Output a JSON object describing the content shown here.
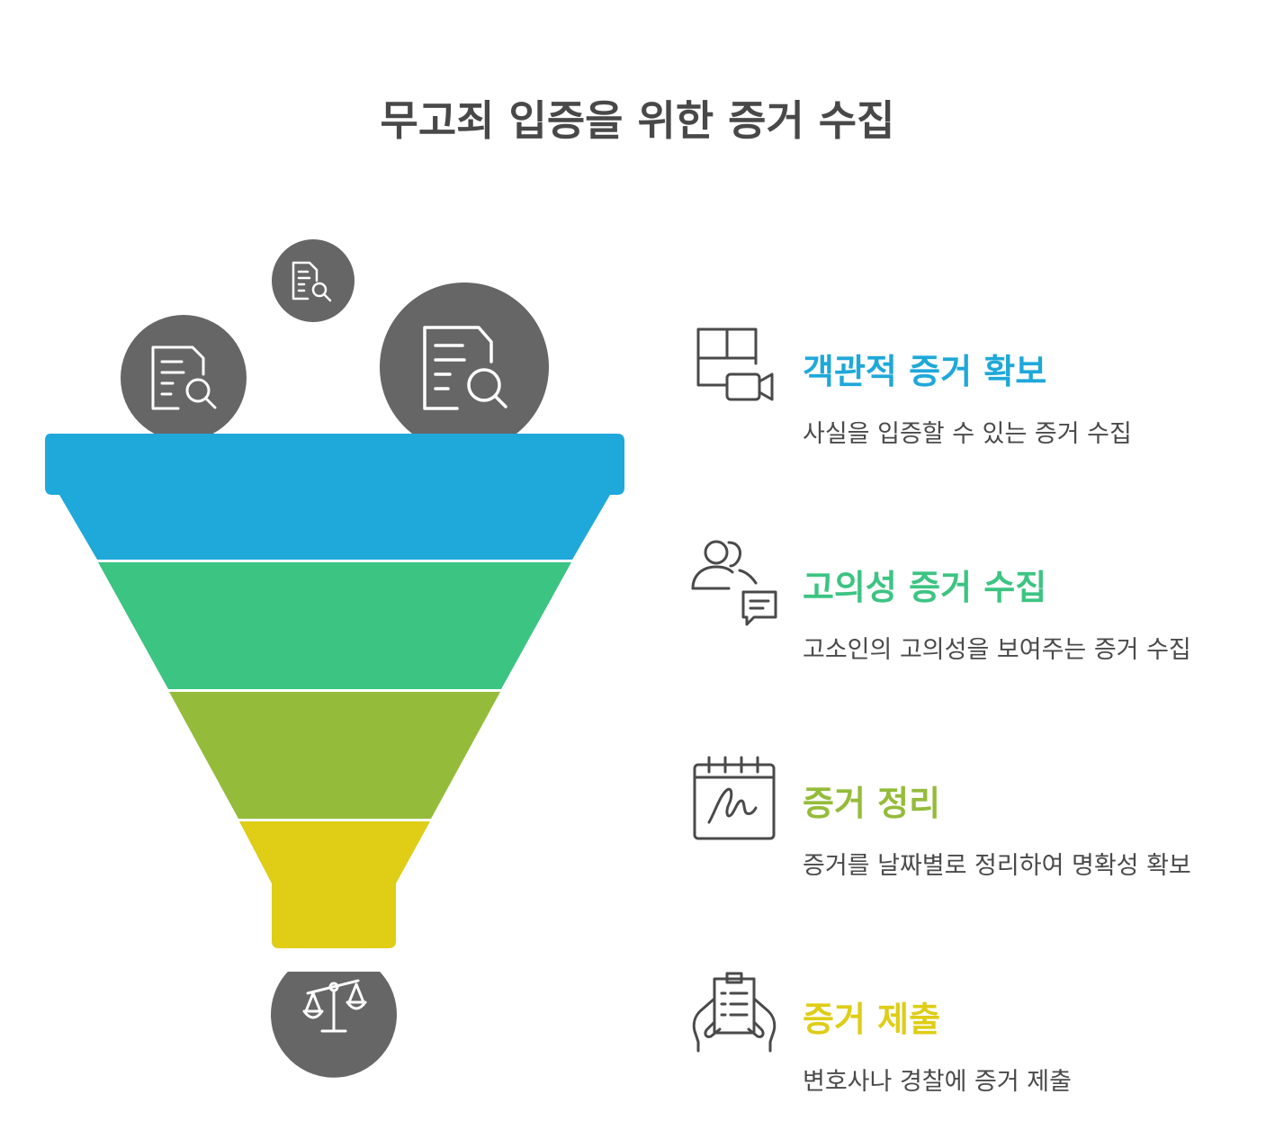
{
  "title": "무고죄 입증을 위한 증거 수집",
  "colors": {
    "dark": "#666666",
    "step1": "#1fa8da",
    "step2": "#3cc482",
    "step3": "#94bc3a",
    "step4": "#dfcd16",
    "description": "#4a4a4a"
  },
  "top_icons": [
    "document-search-icon",
    "document-search-icon",
    "document-search-icon"
  ],
  "bottom_icon": "scales-icon",
  "steps": [
    {
      "title": "객관적 증거 확보",
      "description": "사실을 입증할 수 있는 증거 수집",
      "icon": "layout-video-icon"
    },
    {
      "title": "고의성 증거 수집",
      "description": "고소인의 고의성을 보여주는 증거 수집",
      "icon": "people-chat-icon"
    },
    {
      "title": "증거 정리",
      "description": "증거를 날짜별로 정리하여 명확성 확보",
      "icon": "calendar-signature-icon"
    },
    {
      "title": "증거 제출",
      "description": "변호사나 경찰에 증거 제출",
      "icon": "clipboard-hands-icon"
    }
  ]
}
